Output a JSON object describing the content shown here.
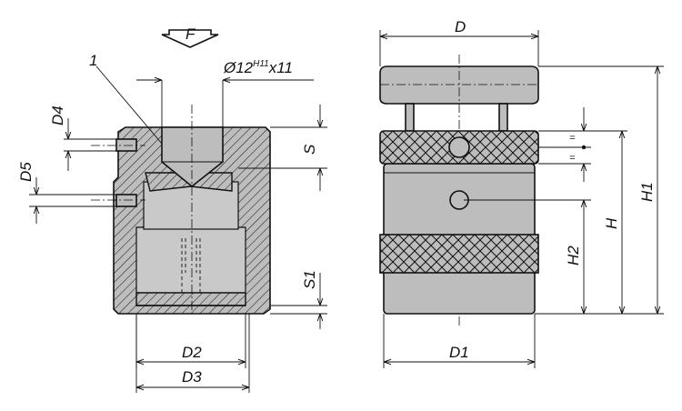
{
  "force_label": "F",
  "part_number": "1",
  "bore_spec": {
    "main": "Ø12",
    "tolerance": "H11",
    "depth": "x11"
  },
  "labels": {
    "D": "D",
    "D1": "D1",
    "D2": "D2",
    "D3": "D3",
    "D4": "D4",
    "D5": "D5",
    "S": "S",
    "S1": "S1",
    "H": "H",
    "H1": "H1",
    "H2": "H2"
  },
  "colors": {
    "body_fill": "#bdbdbd",
    "line": "#111111",
    "background": "#ffffff"
  }
}
